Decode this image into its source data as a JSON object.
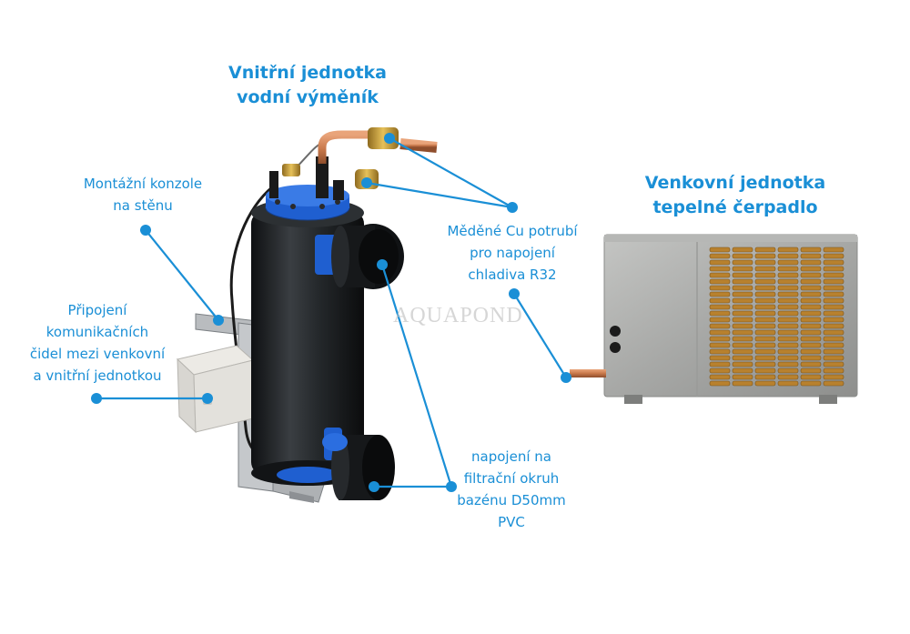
{
  "titles": {
    "indoor": [
      "Vnitřní jednotka",
      "vodní výměník"
    ],
    "outdoor": [
      "Venkovní jednotka",
      "tepelné čerpadlo"
    ]
  },
  "labels": {
    "bracket": [
      "Montážní konzole",
      "na stěnu"
    ],
    "sensors": [
      "Připojení",
      "komunikačních",
      "čidel mezi venkovní",
      "a vnitřní jednotkou"
    ],
    "copper": [
      "Měděné Cu potrubí",
      "pro napojení",
      "chladiva R32"
    ],
    "water": [
      "napojení na",
      "filtrační okruh",
      "bazénu D50mm",
      "PVC"
    ]
  },
  "watermark": "AQUAPOND",
  "colors": {
    "accent": "#1a8fd6",
    "vessel": "#1e2124",
    "blue_fittings": "#1f5fd0",
    "copper": "#c8784a",
    "brass": "#c9a23c",
    "unit_body": "#a9aaa8",
    "grille": "#b8812e"
  }
}
